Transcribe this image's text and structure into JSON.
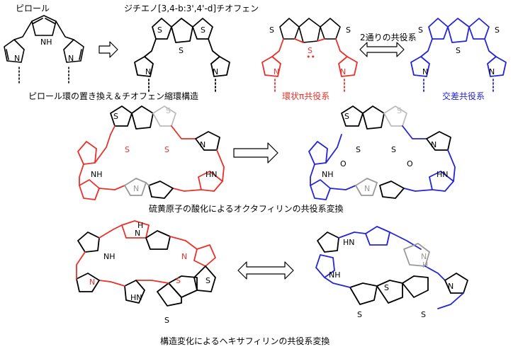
{
  "labels": {
    "pyrrole": "ピロール",
    "dithienothiophene": "ジチエノ[3,4-b:3',4'-d]チオフェン",
    "two_conjugation": "2通りの共役系",
    "replacement": "ピロール環の置き換え＆チオフェン縮環構造",
    "cyclic_conj": "環状π共役系",
    "cross_conj": "交差共役系",
    "octaphyrin_caption": "硫黄原子の酸化によるオクタフィリンの共役系変換",
    "hexaphyrin_caption": "構造変化によるヘキサフィリンの共役系変換"
  },
  "atoms": {
    "S": "S",
    "N": "N",
    "NH": "NH",
    "HN": "HN",
    "H": "H",
    "O": "O"
  },
  "colors": {
    "cyclic": "#e8312a",
    "cross": "#2424d8",
    "default": "#000000",
    "faded": "#999999"
  },
  "icons": [
    "open-arrow-icon",
    "double-arrow-icon"
  ]
}
